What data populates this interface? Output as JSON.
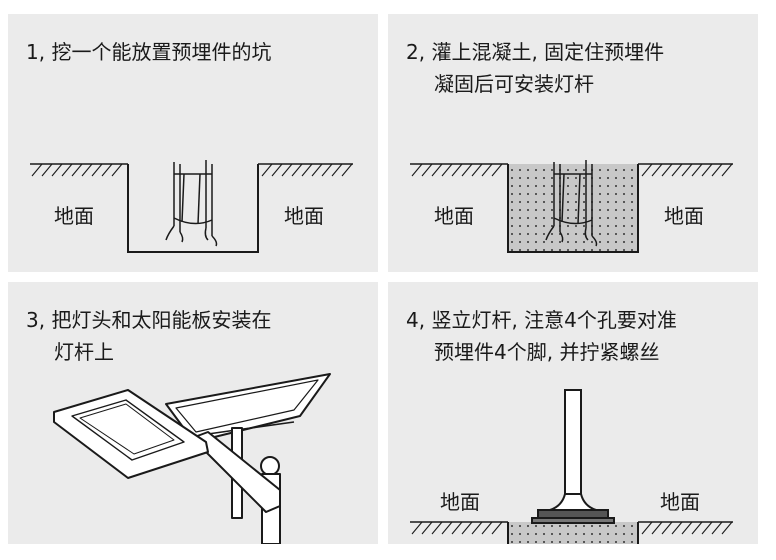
{
  "steps": [
    {
      "lines": [
        "1, 挖一个能放置预埋件的坑"
      ],
      "ground_left": "地面",
      "ground_right": "地面"
    },
    {
      "lines": [
        "2, 灌上混凝土, 固定住预埋件",
        "凝固后可安装灯杆"
      ],
      "ground_left": "地面",
      "ground_right": "地面"
    },
    {
      "lines": [
        "3, 把灯头和太阳能板安装在",
        "灯杆上"
      ]
    },
    {
      "lines": [
        "4, 竖立灯杆, 注意4个孔要对准",
        "预埋件4个脚, 并拧紧螺丝"
      ],
      "ground_left": "地面",
      "ground_right": "地面"
    }
  ],
  "colors": {
    "panel_bg": "#ebebeb",
    "line": "#1a1a1a",
    "concrete": "#c8c8c8"
  }
}
